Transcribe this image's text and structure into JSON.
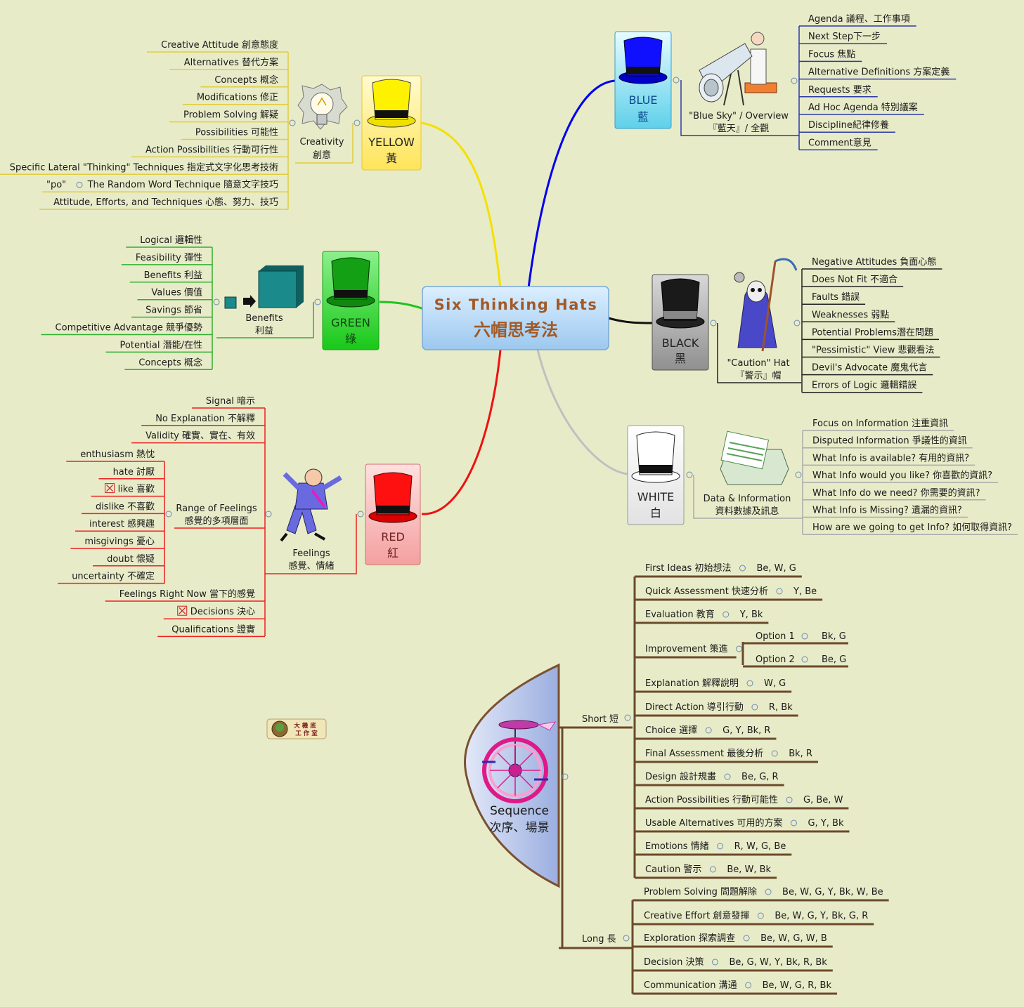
{
  "central": {
    "title_en": "Six  Thinking  Hats",
    "title_zh": "六帽思考法"
  },
  "colors": {
    "background": "#e8ebc8",
    "blue": "#0000ee",
    "yellow": "#f4e000",
    "green": "#1ec31e",
    "red": "#ee1111",
    "black": "#111111",
    "white": "#c0c0c0",
    "sequence": "#6b4a2c"
  },
  "hats": {
    "blue": {
      "label_en": "BLUE",
      "label_zh": "藍",
      "concept": {
        "line1": "\"Blue Sky\" / Overview",
        "line2": "『藍天』/ 全觀",
        "icon": "telescope-icon"
      },
      "items": [
        "Agenda 議程、工作事項",
        "Next Step下一步",
        "Focus 焦點",
        "Alternative Definitions 方案定義",
        "Requests 要求",
        "Ad Hoc Agenda 特別議案",
        "Discipline紀律修養",
        "Comment意見"
      ]
    },
    "black": {
      "label_en": "BLACK",
      "label_zh": "黑",
      "concept": {
        "line1": "\"Caution\" Hat",
        "line2": "『警示』帽",
        "icon": "grim-reaper-icon"
      },
      "items": [
        "Negative Attitudes 負面心態",
        "Does Not Fit 不適合",
        "Faults 錯誤",
        "Weaknesses 弱點",
        "Potential Problems潛在問題",
        "\"Pessimistic\" View 悲觀看法",
        "Devil's Advocate 魔鬼代言",
        "Errors of Logic 邏輯錯誤"
      ]
    },
    "white": {
      "label_en": "WHITE",
      "label_zh": "白",
      "concept": {
        "line1": "Data & Information",
        "line2": "資料數據及訊息",
        "icon": "printout-icon"
      },
      "items": [
        "Focus on Information 注重資訊",
        "Disputed Information 爭議性的資訊",
        "What Info is available? 有用的資訊?",
        "What Info would you like? 你喜歡的資訊?",
        "What Info do we need? 你需要的資訊?",
        "What Info is Missing? 遺漏的資訊?",
        "How are we going to get Info? 如何取得資訊?"
      ]
    },
    "yellow": {
      "label_en": "YELLOW",
      "label_zh": "黃",
      "concept": {
        "line1": "Creativity",
        "line2": "創意",
        "icon": "lightbulb-icon"
      },
      "items": [
        "Creative Attitude 創意態度",
        "Alternatives 替代方案",
        "Concepts 概念",
        "Modifications 修正",
        "Problem Solving 解疑",
        "Possibilities 可能性",
        "Action Possibilities 行動可行性",
        "Specific Lateral \"Thinking\" Techniques 指定式文字化思考技術",
        "The Random Word Technique 隨意文字技巧",
        "Attitude, Efforts, and Techniques 心態、努力、技巧"
      ],
      "po_label": "\"po\""
    },
    "green": {
      "label_en": "GREEN",
      "label_zh": "綠",
      "concept": {
        "line1": "Benefits",
        "line2": "利益",
        "icon": "cube-growth-icon"
      },
      "items": [
        "Logical 邏輯性",
        "Feasibility 彈性",
        "Benefits 利益",
        "Values 價值",
        "Savings 節省",
        "Competitive Advantage 競爭優勢",
        "Potential 潛能/在性",
        "Concepts 概念"
      ]
    },
    "red": {
      "label_en": "RED",
      "label_zh": "紅",
      "concept": {
        "line1": "Feelings",
        "line2": "感覺、情緒",
        "icon": "angry-man-icon"
      },
      "items_top": [
        "Signal 暗示",
        "No Explanation 不解釋",
        "Validity 確實、實在、有效"
      ],
      "range": {
        "line1": "Range of Feelings",
        "line2": "感覺的多項層面",
        "items": [
          "enthusiasm 熱忱",
          "hate 討厭",
          "like 喜歡",
          "dislike 不喜歡",
          "interest 感興趣",
          "misgivings 憂心",
          "doubt 懷疑",
          "uncertainty 不確定"
        ]
      },
      "items_bottom": [
        "Feelings Right Now 當下的感覺",
        "Decisions 決心",
        "Qualifications 證實"
      ]
    }
  },
  "sequence": {
    "label_en": "Sequence",
    "label_zh": "次序、場景",
    "short": {
      "label": "Short 短",
      "items": [
        {
          "name": "First Ideas 初始想法",
          "hats": "Be, W, G"
        },
        {
          "name": "Quick Assessment 快速分析",
          "hats": "Y, Be"
        },
        {
          "name": "Evaluation 教育",
          "hats": "Y, Bk"
        },
        {
          "name": "Improvement 策進",
          "options": [
            {
              "name": "Option 1",
              "hats": "Bk, G"
            },
            {
              "name": "Option 2",
              "hats": "Be, G"
            }
          ]
        },
        {
          "name": "Explanation 解釋說明",
          "hats": "W, G"
        },
        {
          "name": "Direct Action 導引行動",
          "hats": "R, Bk"
        },
        {
          "name": "Choice 選擇",
          "hats": "G, Y, Bk, R"
        },
        {
          "name": "Final Assessment 最後分析",
          "hats": "Bk, R"
        },
        {
          "name": "Design 設計規畫",
          "hats": "Be, G, R"
        },
        {
          "name": "Action Possibilities 行動可能性",
          "hats": "G, Be, W"
        },
        {
          "name": "Usable Alternatives 可用的方案",
          "hats": "G, Y, Bk"
        },
        {
          "name": "Emotions 情緒",
          "hats": "R, W, G, Be"
        },
        {
          "name": "Caution 警示",
          "hats": "Be, W, Bk"
        }
      ]
    },
    "long": {
      "label": "Long 長",
      "items": [
        {
          "name": "Problem Solving 問題解除",
          "hats": "Be, W, G, Y, Bk, W, Be"
        },
        {
          "name": "Creative Effort 創意發揮",
          "hats": "Be, W, G, Y, Bk, G, R"
        },
        {
          "name": "Exploration 探索調查",
          "hats": "Be, W, G, W, B"
        },
        {
          "name": "Decision 決策",
          "hats": "Be, G, W, Y, Bk, R, Bk"
        },
        {
          "name": "Communication 溝通",
          "hats": "Be, W, G, R, Bk"
        }
      ]
    }
  },
  "logo": {
    "text1": "大 機 底",
    "text2": "工 作 室"
  }
}
